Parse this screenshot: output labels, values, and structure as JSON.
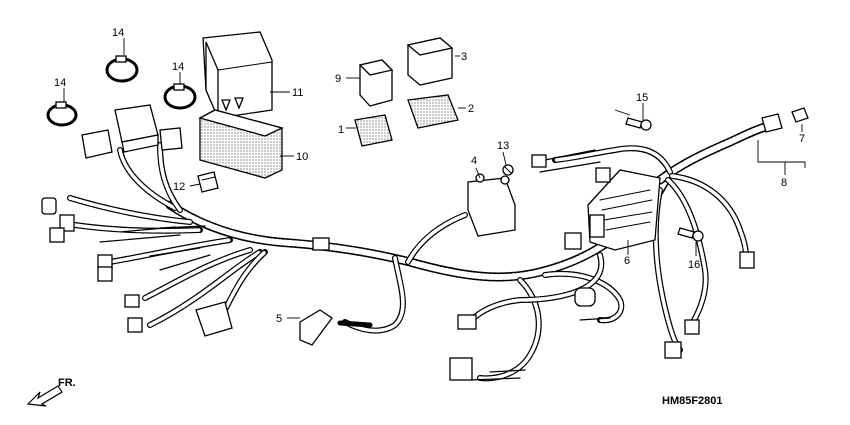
{
  "diagram": {
    "drawing_code": "HM85F2801",
    "direction_label": "FR.",
    "callouts": [
      {
        "id": "c1",
        "label": "1"
      },
      {
        "id": "c2",
        "label": "2"
      },
      {
        "id": "c3",
        "label": "3"
      },
      {
        "id": "c4",
        "label": "4"
      },
      {
        "id": "c5",
        "label": "5"
      },
      {
        "id": "c6",
        "label": "6"
      },
      {
        "id": "c7",
        "label": "7"
      },
      {
        "id": "c8",
        "label": "8"
      },
      {
        "id": "c9",
        "label": "9"
      },
      {
        "id": "c10",
        "label": "10"
      },
      {
        "id": "c11",
        "label": "11"
      },
      {
        "id": "c12",
        "label": "12"
      },
      {
        "id": "c13",
        "label": "13"
      },
      {
        "id": "c14a",
        "label": "14"
      },
      {
        "id": "c14b",
        "label": "14"
      },
      {
        "id": "c14c",
        "label": "14"
      },
      {
        "id": "c15",
        "label": "15"
      },
      {
        "id": "c16",
        "label": "16"
      }
    ]
  }
}
